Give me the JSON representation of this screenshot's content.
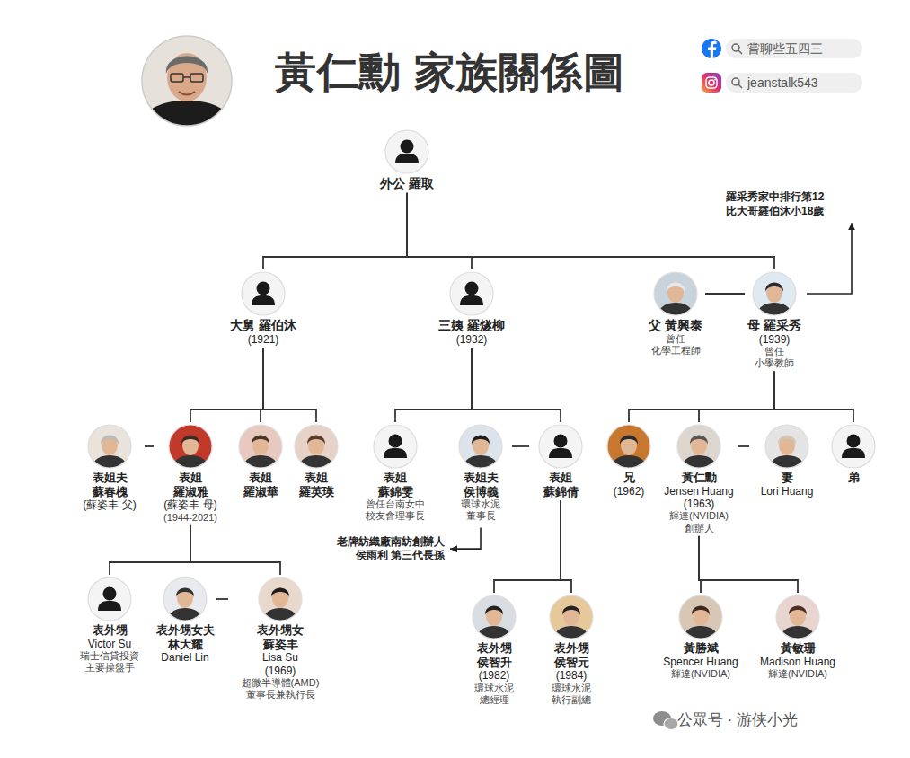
{
  "diagram": {
    "title": "黃仁勳 家族關係圖",
    "nodes": [
      {
        "text": [
          "外公 羅取"
        ]
      },
      {
        "text": [
          "大舅 羅伯沐",
          "(1921)"
        ]
      },
      {
        "text": [
          "三姨 羅燧柳",
          "(1932)"
        ]
      },
      {
        "text": [
          "父 黃興泰",
          "曾任 化學工程師"
        ]
      },
      {
        "text": [
          "母 羅采秀",
          "(1939)",
          "曾任 小學教師"
        ]
      },
      {
        "text": [
          "表姐夫",
          "蘇春槐",
          "(蘇姿丰 父)"
        ]
      },
      {
        "text": [
          "表姐",
          "羅淑雅",
          "(蘇姿丰 母)",
          "(1944-2021)"
        ]
      },
      {
        "text": [
          "表姐",
          "羅淑華"
        ]
      },
      {
        "text": [
          "表姐",
          "羅英瑛"
        ]
      },
      {
        "text": [
          "表姐",
          "蘇錦雯",
          "曾任台南女中 校友會理事長"
        ]
      },
      {
        "text": [
          "表姐夫",
          "侯博義",
          "環球水泥 董事長"
        ]
      },
      {
        "text": [
          "表姐",
          "蘇錦倩"
        ]
      },
      {
        "text": [
          "兄",
          "(1962)"
        ]
      },
      {
        "text": [
          "黃仁勳",
          "Jensen Huang",
          "(1963)",
          "輝達(NVIDIA) 創辦人"
        ]
      },
      {
        "text": [
          "妻",
          "Lori Huang"
        ]
      },
      {
        "text": [
          "弟"
        ]
      },
      {
        "text": [
          "表外甥",
          "Victor Su",
          "瑞士信貸投資 主要操盤手"
        ]
      },
      {
        "text": [
          "表外甥女夫",
          "林大耀",
          "Daniel Lin"
        ]
      },
      {
        "text": [
          "表外甥女",
          "蘇姿丰",
          "Lisa Su",
          "(1969)",
          "超微半導體(AMD) 董事長兼執行長"
        ]
      },
      {
        "text": [
          "表外甥",
          "侯智升",
          "(1982)",
          "環球水泥 總經理"
        ]
      },
      {
        "text": [
          "表外甥",
          "侯智元",
          "(1984)",
          "環球水泥 執行副總"
        ]
      },
      {
        "text": [
          "黃勝斌",
          "Spencer Huang",
          "輝達(NVIDIA)"
        ]
      },
      {
        "text": [
          "黃敏珊",
          "Madison Huang",
          "輝達(NVIDIA)"
        ]
      }
    ],
    "edges": [
      {
        "from": 0,
        "to": 1,
        "arrow": "none"
      },
      {
        "from": 0,
        "to": 2,
        "arrow": "none"
      },
      {
        "from": 0,
        "to": 4,
        "arrow": "none"
      },
      {
        "from": 3,
        "to": 4,
        "arrow": "none"
      },
      {
        "from": 1,
        "to": 6,
        "arrow": "none"
      },
      {
        "from": 1,
        "to": 7,
        "arrow": "none"
      },
      {
        "from": 1,
        "to": 8,
        "arrow": "none"
      },
      {
        "from": 2,
        "to": 9,
        "arrow": "none"
      },
      {
        "from": 2,
        "to": 11,
        "arrow": "none"
      },
      {
        "from": 10,
        "to": 11,
        "arrow": "none"
      },
      {
        "from": 4,
        "to": 12,
        "arrow": "none"
      },
      {
        "from": 4,
        "to": 13,
        "arrow": "none"
      },
      {
        "from": 4,
        "to": 15,
        "arrow": "none"
      },
      {
        "from": 13,
        "to": 14,
        "arrow": "none"
      },
      {
        "from": 5,
        "to": 6,
        "arrow": "none"
      },
      {
        "from": 6,
        "to": 16,
        "arrow": "none"
      },
      {
        "from": 6,
        "to": 18,
        "arrow": "none"
      },
      {
        "from": 17,
        "to": 18,
        "arrow": "none"
      },
      {
        "from": 11,
        "to": 19,
        "arrow": "none"
      },
      {
        "from": 11,
        "to": 20,
        "arrow": "none"
      },
      {
        "from": 13,
        "to": 21,
        "arrow": "none"
      },
      {
        "from": 13,
        "to": 22,
        "arrow": "none"
      }
    ],
    "labels": [
      "嘗聊些五四三",
      "jeanstalk543",
      "羅采秀家中排行第12 比大哥羅伯沐小18歲",
      "老牌紡織廠南紡創辦人 侯雨利 第三代長孫",
      "公眾号 · 游侠小光"
    ]
  }
}
